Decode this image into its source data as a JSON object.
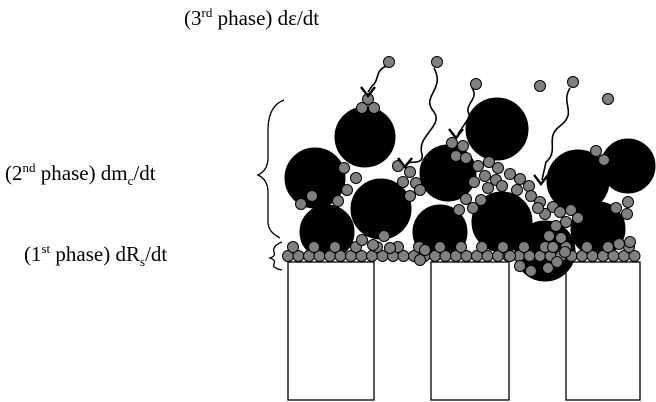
{
  "labels": {
    "phase3": {
      "open": "(3",
      "ord": "rd",
      "rest": " phase) dε/dt"
    },
    "phase2": {
      "open": "(2",
      "ord": "nd",
      "rest": " phase) dm",
      "sub": "c",
      "tail": "/dt"
    },
    "phase1": {
      "open": "(1",
      "ord": "st",
      "rest": " phase) dR",
      "sub": "s",
      "tail": "/dt"
    }
  },
  "colors": {
    "big_particle": "#000000",
    "small_particle": "#808080",
    "particle_outline": "#000000",
    "filter_support": "#ffffff",
    "line": "#000000"
  }
}
